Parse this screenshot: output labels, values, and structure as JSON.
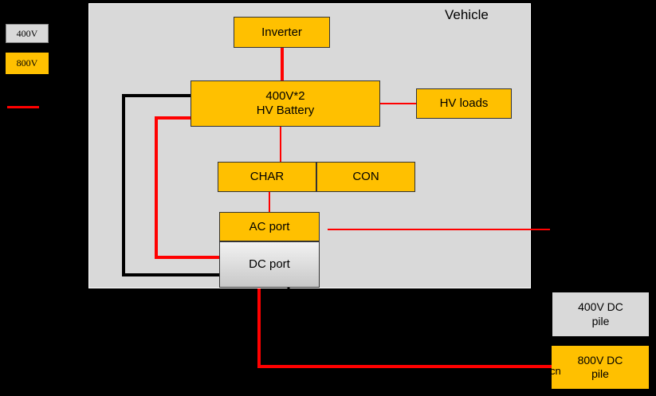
{
  "legend": {
    "items": [
      {
        "label": "400V",
        "color": "#d9d9d9"
      },
      {
        "label": "800V",
        "color": "#ffc000"
      }
    ],
    "line_color": "#ff0000"
  },
  "vehicle": {
    "title": "Vehicle"
  },
  "blocks": {
    "inverter": "Inverter",
    "battery_line1": "400V*2",
    "battery_line2": "HV Battery",
    "hv_loads": "HV loads",
    "char": "CHAR",
    "con": "CON",
    "ac_port": "AC port",
    "dc_port": "DC port"
  },
  "piles": {
    "pile400_line1": "400V DC",
    "pile400_line2": "pile",
    "pile800_line1": "800V DC",
    "pile800_line2": "pile"
  },
  "watermark": "cn",
  "colors": {
    "background": "#000000",
    "vehicle_bg": "#d9d9d9",
    "block_fill": "#ffc000",
    "wire_red": "#ff0000",
    "wire_black": "#000000"
  }
}
